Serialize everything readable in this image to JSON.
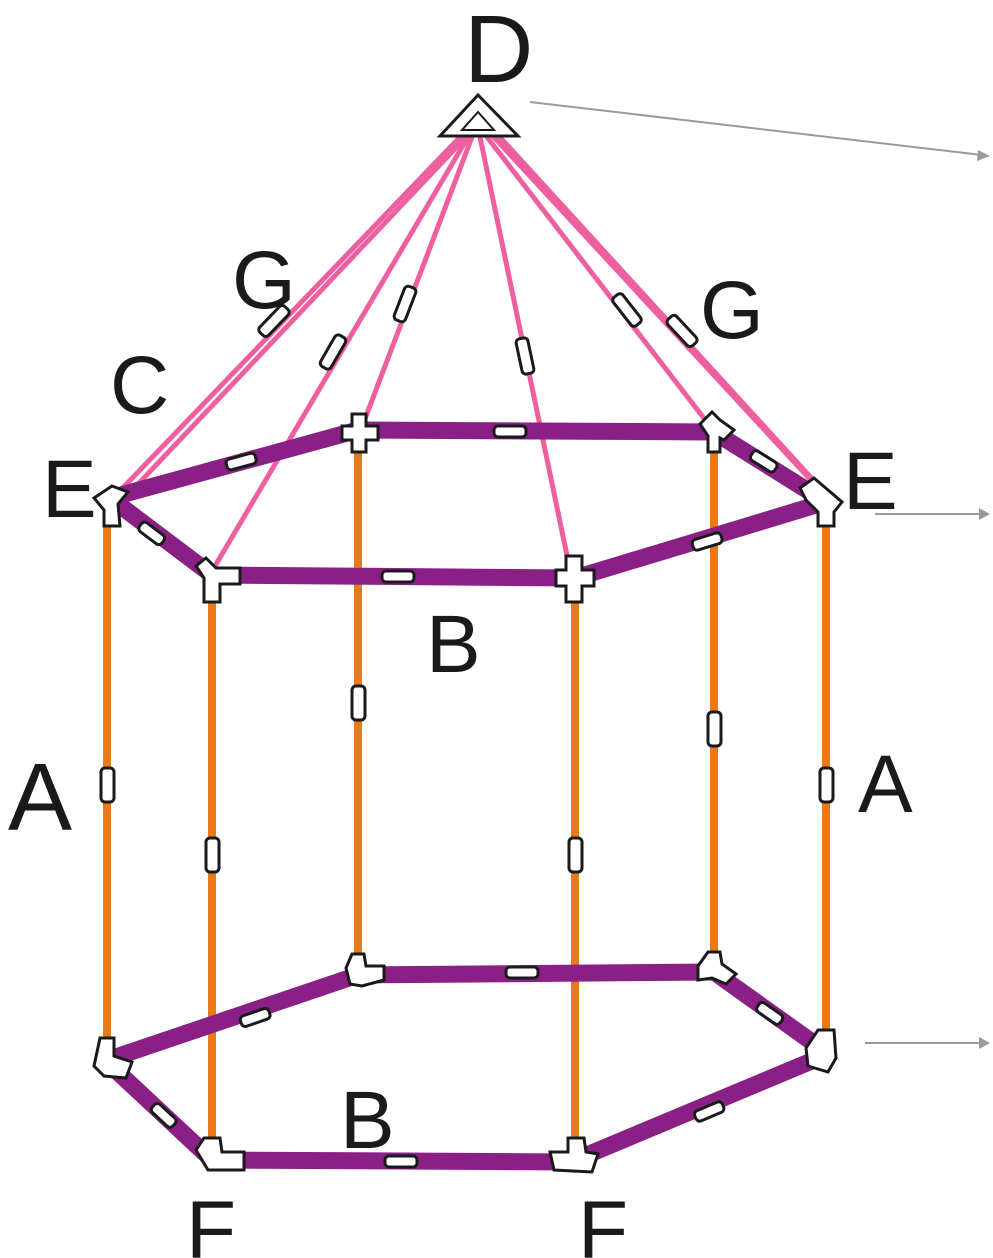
{
  "labels": {
    "apex": "D",
    "side_left_pink": "G",
    "side_right_pink": "G",
    "connector_left": "C",
    "corner_left": "E",
    "corner_right": "E",
    "mid_beam": "B",
    "bottom_beam": "B",
    "post_left": "A",
    "post_right": "A",
    "foot_left": "F",
    "foot_right": "F"
  },
  "colors": {
    "horizontal_rod": "#8a1f86",
    "vertical_rod": "#ea7a18",
    "roof_rod": "#ee5fa0",
    "joint": "#ffffff",
    "outline": "#1a1a1a"
  }
}
